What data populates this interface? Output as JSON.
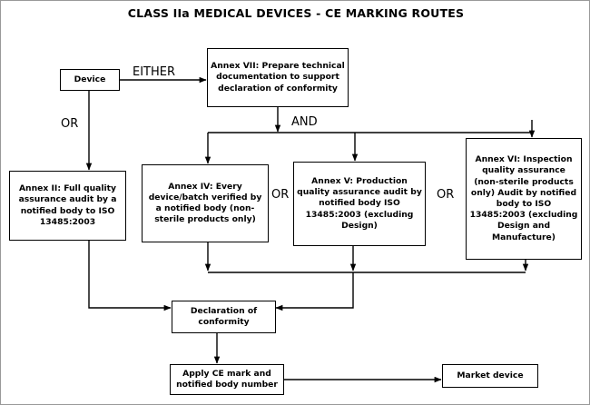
{
  "page": {
    "title": "CLASS IIa MEDICAL DEVICES - CE MARKING ROUTES",
    "background": "#ffffff",
    "border_color": "#999999",
    "line_color": "#000000"
  },
  "nodes": {
    "device": "Device",
    "annex_vii": "Annex VII: Prepare technical documentation to support declaration of conformity",
    "annex_ii": "Annex II: Full quality assurance audit by a notified body to ISO 13485:2003",
    "annex_iv": "Annex IV: Every device/batch verified by a notified body (non-sterile products only)",
    "annex_v": "Annex V: Production quality assurance audit by notified body ISO 13485:2003 (excluding Design)",
    "annex_vi": "Annex VI: Inspection quality assurance (non-sterile products only) Audit by notified body to ISO 13485:2003 (excluding Design and Manufacture)",
    "declaration": "Declaration of conformity",
    "apply_ce": "Apply CE mark and notified body number",
    "market": "Market device"
  },
  "connector_labels": {
    "either": "EITHER",
    "or_device": "OR",
    "and": "AND",
    "or_iv_v": "OR",
    "or_v_vi": "OR"
  }
}
